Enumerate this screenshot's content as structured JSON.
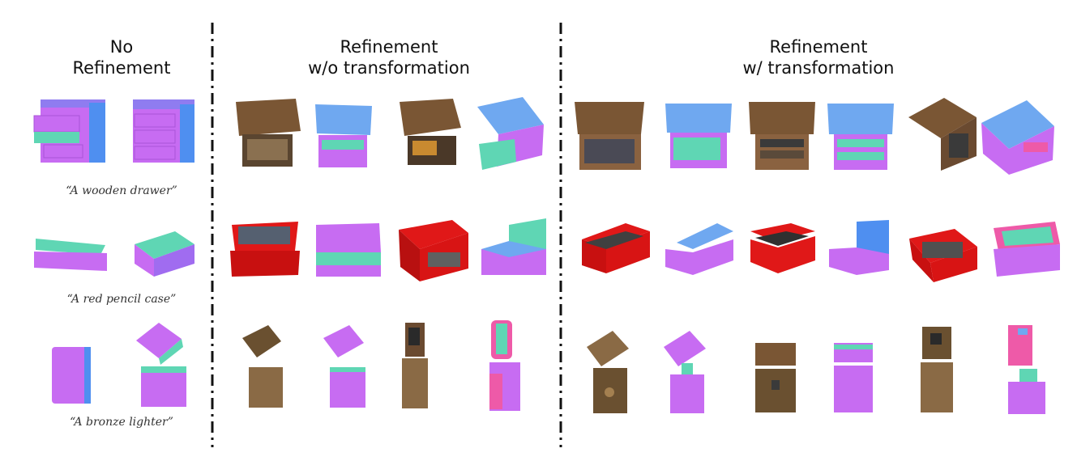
{
  "headers": {
    "no_refinement": [
      "No",
      "Refinement"
    ],
    "refinement_wo": [
      "Refinement",
      "w/o transformation"
    ],
    "refinement_w": [
      "Refinement",
      "w/ transformation"
    ]
  },
  "captions": {
    "drawer": "“A wooden drawer”",
    "pencil_case": "“A red pencil case”",
    "lighter": "“A bronze lighter”"
  },
  "colors": {
    "normal_top": "#6fa8f0",
    "normal_side": "#c76cf2",
    "normal_teal": "#5fd6b4",
    "normal_pink": "#ee5aa8",
    "wood": "#7a5634",
    "red": "#e01818",
    "bronze": "#8a6a45",
    "dark": "#3a3a3a"
  }
}
